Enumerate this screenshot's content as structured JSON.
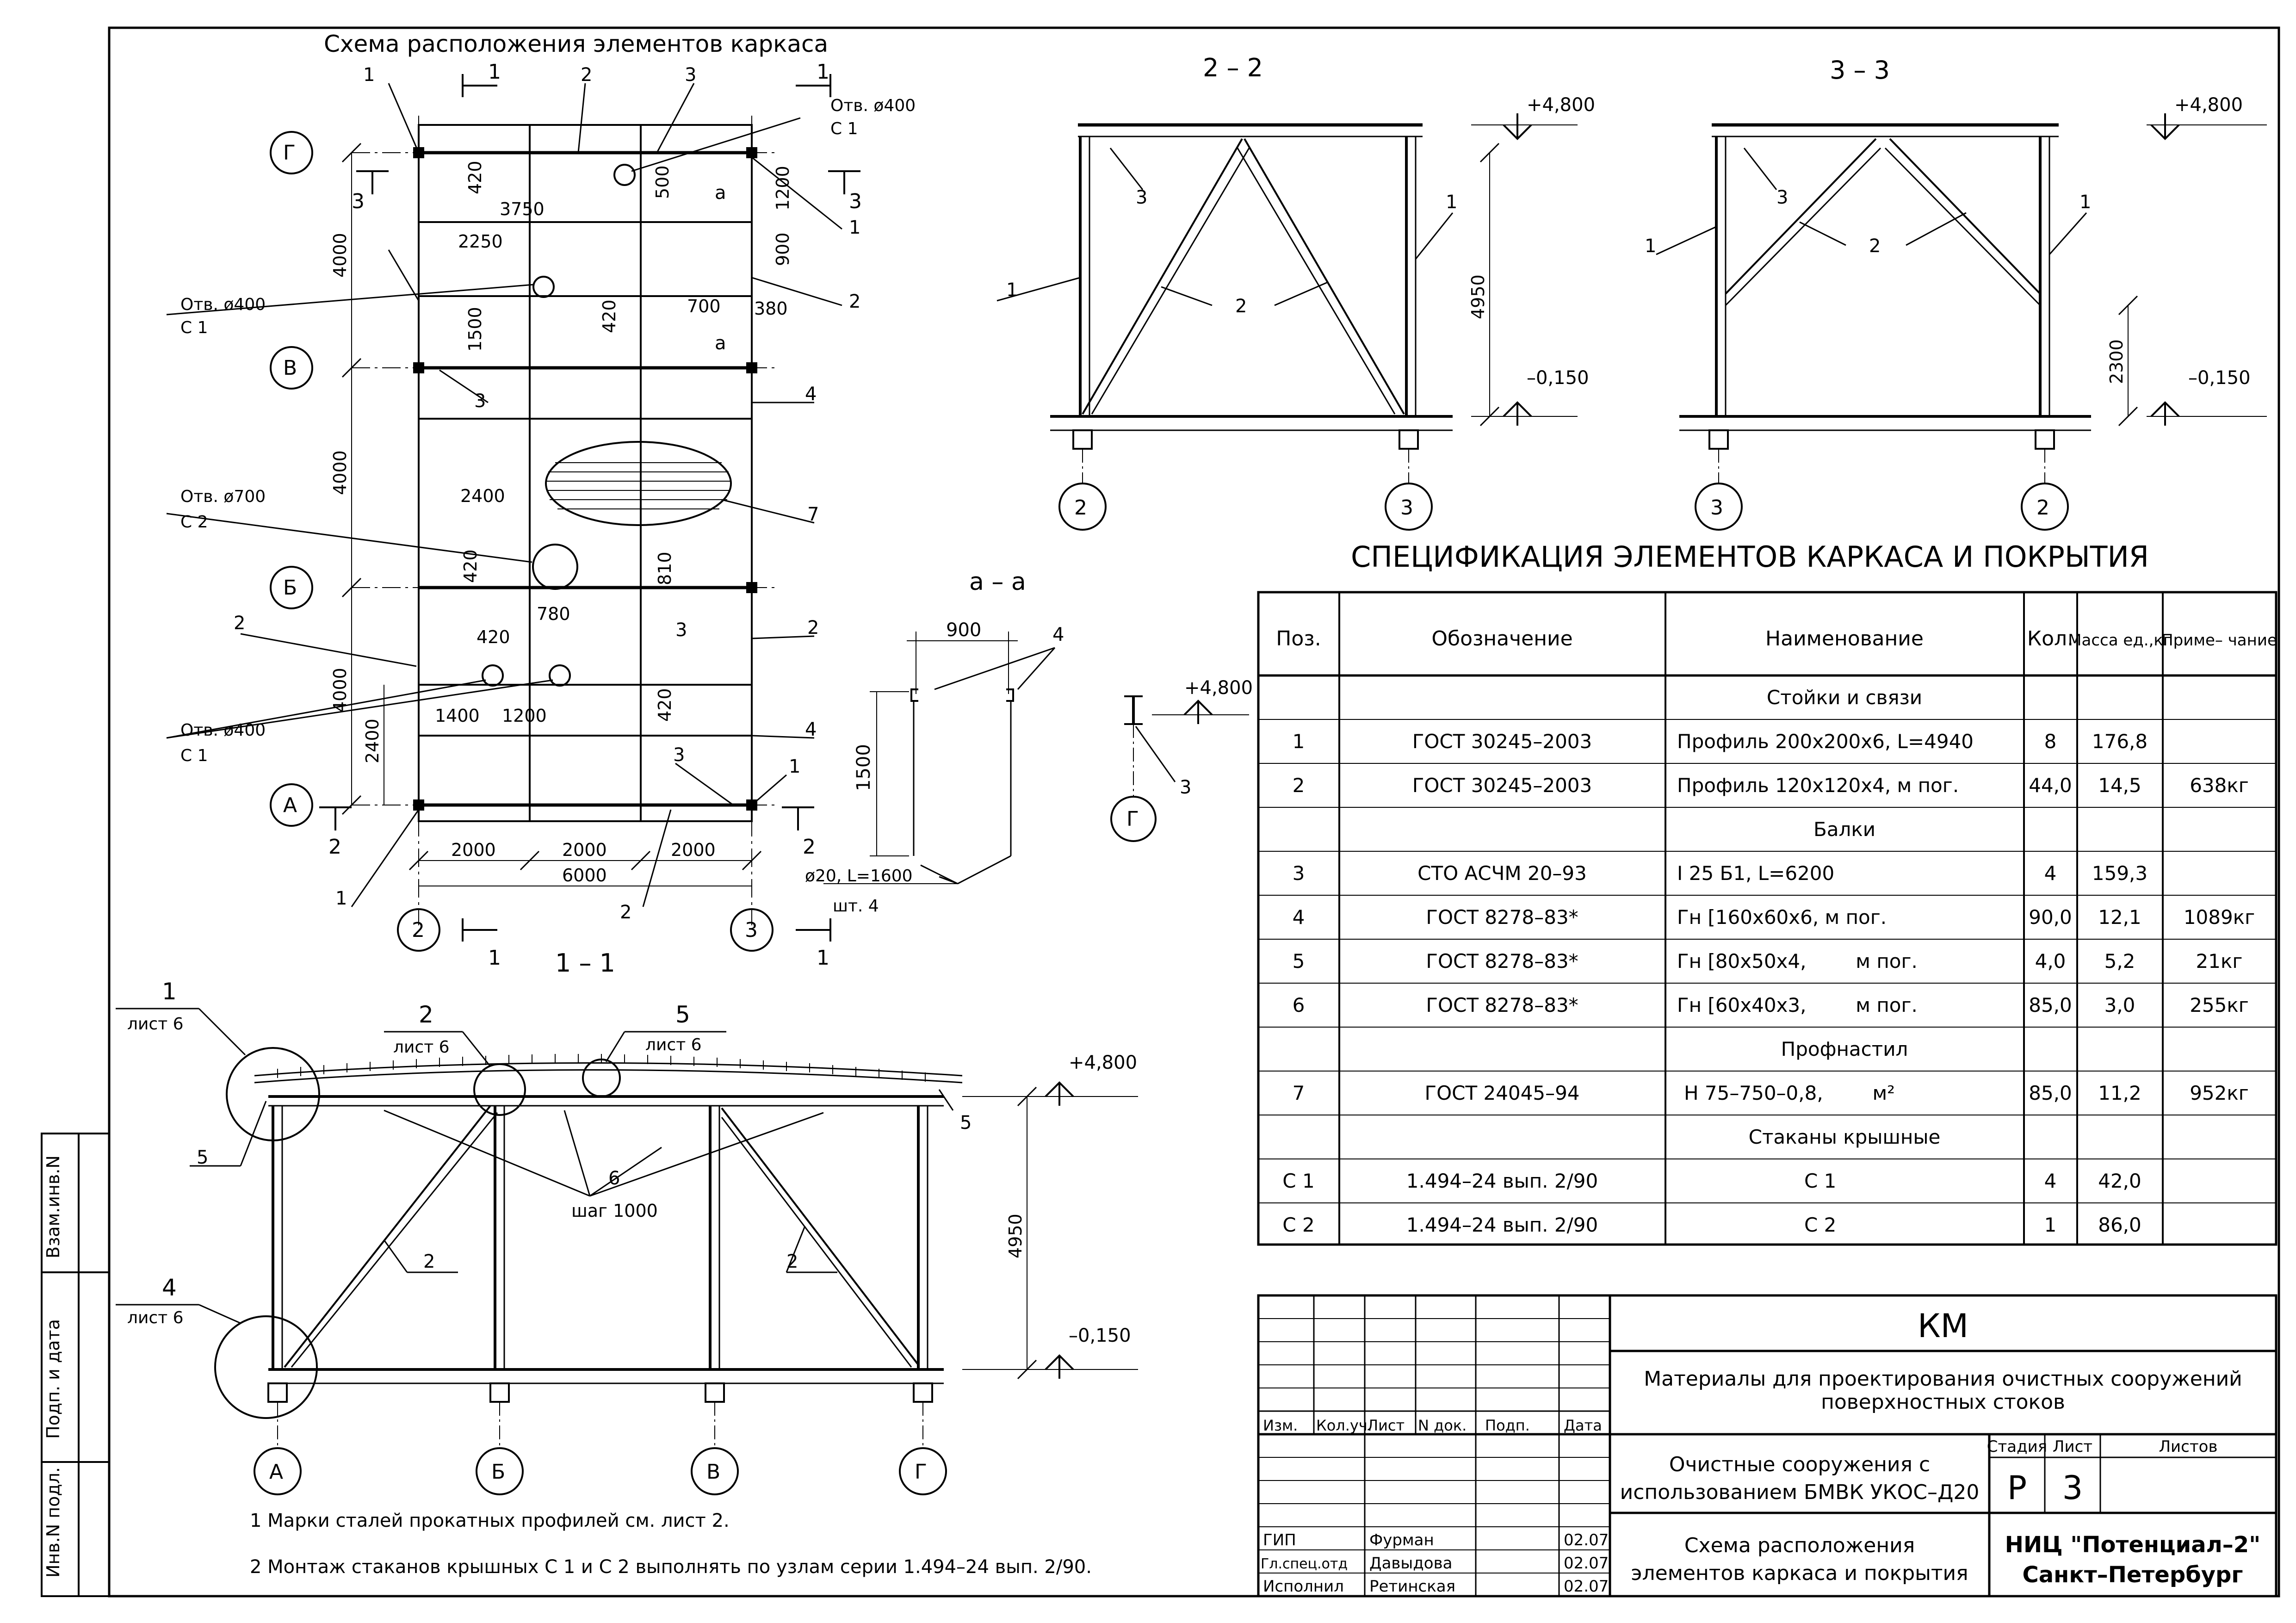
{
  "plan": {
    "title": "Схема расположения элементов каркаса",
    "axes_letters": [
      "Г",
      "В",
      "Б",
      "А"
    ],
    "axes_numbers": [
      "2",
      "3"
    ],
    "cut_marks": [
      "1",
      "1",
      "3",
      "3",
      "2",
      "2",
      "1",
      "1"
    ],
    "dim_side": [
      "4000",
      "4000",
      "4000",
      "2400"
    ],
    "dim_bottom": [
      "2000",
      "2000",
      "2000",
      "6000"
    ],
    "dims_inner": [
      "420",
      "3750",
      "500",
      "1200",
      "2250",
      "900",
      "700",
      "380",
      "1500",
      "420",
      "2400",
      "420",
      "810",
      "780",
      "420",
      "1400",
      "1200",
      "420"
    ],
    "callouts": [
      "1",
      "2",
      "3",
      "1",
      "2",
      "3",
      "4",
      "7",
      "2",
      "3",
      "2",
      "4",
      "3",
      "1",
      "1",
      "2"
    ],
    "openings": [
      {
        "label": "Отв. ø400",
        "sub": "С 1"
      },
      {
        "label": "Отв. ø400",
        "sub": "С 1"
      },
      {
        "label": "Отв. ø700",
        "sub": "С 2"
      },
      {
        "label": "Отв. ø400",
        "sub": "С 1"
      }
    ],
    "section_marks": [
      "а",
      "а"
    ]
  },
  "section_22": {
    "title": "2 – 2",
    "elev_top": "+4,800",
    "elev_bottom": "–0,150",
    "dim": "4950",
    "axes": [
      "2",
      "3"
    ],
    "callouts": [
      "3",
      "1",
      "1",
      "2"
    ]
  },
  "section_33": {
    "title": "3 – 3",
    "elev_top": "+4,800",
    "elev_bottom": "–0,150",
    "dim": "2300",
    "axes": [
      "3",
      "2"
    ],
    "callouts": [
      "3",
      "1",
      "1",
      "2"
    ]
  },
  "detail_aa": {
    "title": "а – а",
    "dim_w": "900",
    "dim_h": "1500",
    "callout": "4",
    "rebar": "ø20, L=1600",
    "qty": "шт. 4",
    "elev": "+4,800",
    "callout_g": "3",
    "axis": "Г"
  },
  "section_11": {
    "title": "1 – 1",
    "elev_top": "+4,800",
    "elev_bottom": "–0,150",
    "dim": "4950",
    "axes": [
      "А",
      "Б",
      "В",
      "Г"
    ],
    "node_refs": [
      {
        "num": "1",
        "sheet": "лист 6"
      },
      {
        "num": "2",
        "sheet": "лист 6"
      },
      {
        "num": "5",
        "sheet": "лист 6"
      },
      {
        "num": "4",
        "sheet": "лист 6"
      }
    ],
    "callouts": [
      "5",
      "5",
      "6",
      "шаг 1000",
      "2",
      "2"
    ]
  },
  "notes": [
    "1 Марки сталей прокатных профилей см. лист 2.",
    "2 Монтаж стаканов крышных С 1 и С 2 выполнять по узлам серии 1.494–24 вып. 2/90."
  ],
  "spec": {
    "title": "СПЕЦИФИКАЦИЯ ЭЛЕМЕНТОВ КАРКАСА И ПОКРЫТИЯ",
    "headers": [
      "Поз.",
      "Обозначение",
      "Наименование",
      "Кол.",
      "Масса ед.,кг",
      "Приме– чание"
    ],
    "rows": [
      {
        "section": "Стойки и связи"
      },
      {
        "pos": "1",
        "doc": "ГОСТ 30245–2003",
        "name": "Профиль 200х200х6,   L=4940",
        "qty": "8",
        "mass": "176,8",
        "note": ""
      },
      {
        "pos": "2",
        "doc": "ГОСТ 30245–2003",
        "name": "Профиль 120х120х4, м пог.",
        "qty": "44,0",
        "mass": "14,5",
        "note": "638кг"
      },
      {
        "section": "Балки"
      },
      {
        "pos": "3",
        "doc": "СТО АСЧМ 20–93",
        "name": "I 25 Б1,   L=6200",
        "qty": "4",
        "mass": "159,3",
        "note": ""
      },
      {
        "pos": "4",
        "doc": "ГОСТ 8278–83*",
        "name": "Гн [160х60х6, м пог.",
        "qty": "90,0",
        "mass": "12,1",
        "note": "1089кг"
      },
      {
        "pos": "5",
        "doc": "ГОСТ 8278–83*",
        "name": "Гн [80х50х4,        м пог.",
        "qty": "4,0",
        "mass": "5,2",
        "note": "21кг"
      },
      {
        "pos": "6",
        "doc": "ГОСТ 8278–83*",
        "name": "Гн [60х40х3,        м пог.",
        "qty": "85,0",
        "mass": "3,0",
        "note": "255кг"
      },
      {
        "section": "Профнастил"
      },
      {
        "pos": "7",
        "doc": "ГОСТ 24045–94",
        "name": "Н 75–750–0,8,        м²",
        "qty": "85,0",
        "mass": "11,2",
        "note": "952кг"
      },
      {
        "section": "Стаканы крышные"
      },
      {
        "pos": "С 1",
        "doc": "1.494–24 вып. 2/90",
        "name": "С 1",
        "qty": "4",
        "mass": "42,0",
        "note": ""
      },
      {
        "pos": "С 2",
        "doc": "1.494–24 вып. 2/90",
        "name": "С 2",
        "qty": "1",
        "mass": "86,0",
        "note": ""
      }
    ]
  },
  "stamp": {
    "code": "КМ",
    "project": "Материалы для проектирования очистных сооружений поверхностных стоков",
    "project_l1": "Материалы для проектирования очистных сооружений",
    "project_l2": "поверхностных стоков",
    "object_l1": "Очистные сооружения с",
    "object_l2": "использованием БМВК УКОС–Д20",
    "sheet_title_l1": "Схема расположения",
    "sheet_title_l2": "элементов каркаса и покрытия",
    "col_heads": [
      "Изм.",
      "Кол.уч.",
      "Лист",
      "N док.",
      "Подп.",
      "Дата"
    ],
    "stage_head": "Стадия",
    "sheet_head": "Лист",
    "sheets_head": "Листов",
    "stage": "Р",
    "sheet": "3",
    "sheets": "",
    "org_l1": "НИЦ \"Потенциал–2\"",
    "org_l2": "Санкт–Петербург",
    "people": [
      {
        "role": "ГИП",
        "name": "Фурман",
        "date": "02.07"
      },
      {
        "role": "Гл.спец.отд",
        "name": "Давыдова",
        "date": "02.07"
      },
      {
        "role": "Исполнил",
        "name": "Ретинская",
        "date": "02.07"
      }
    ]
  },
  "side_stamp": [
    "Взам.инв.N",
    "Подп. и дата",
    "Инв.N подл."
  ]
}
